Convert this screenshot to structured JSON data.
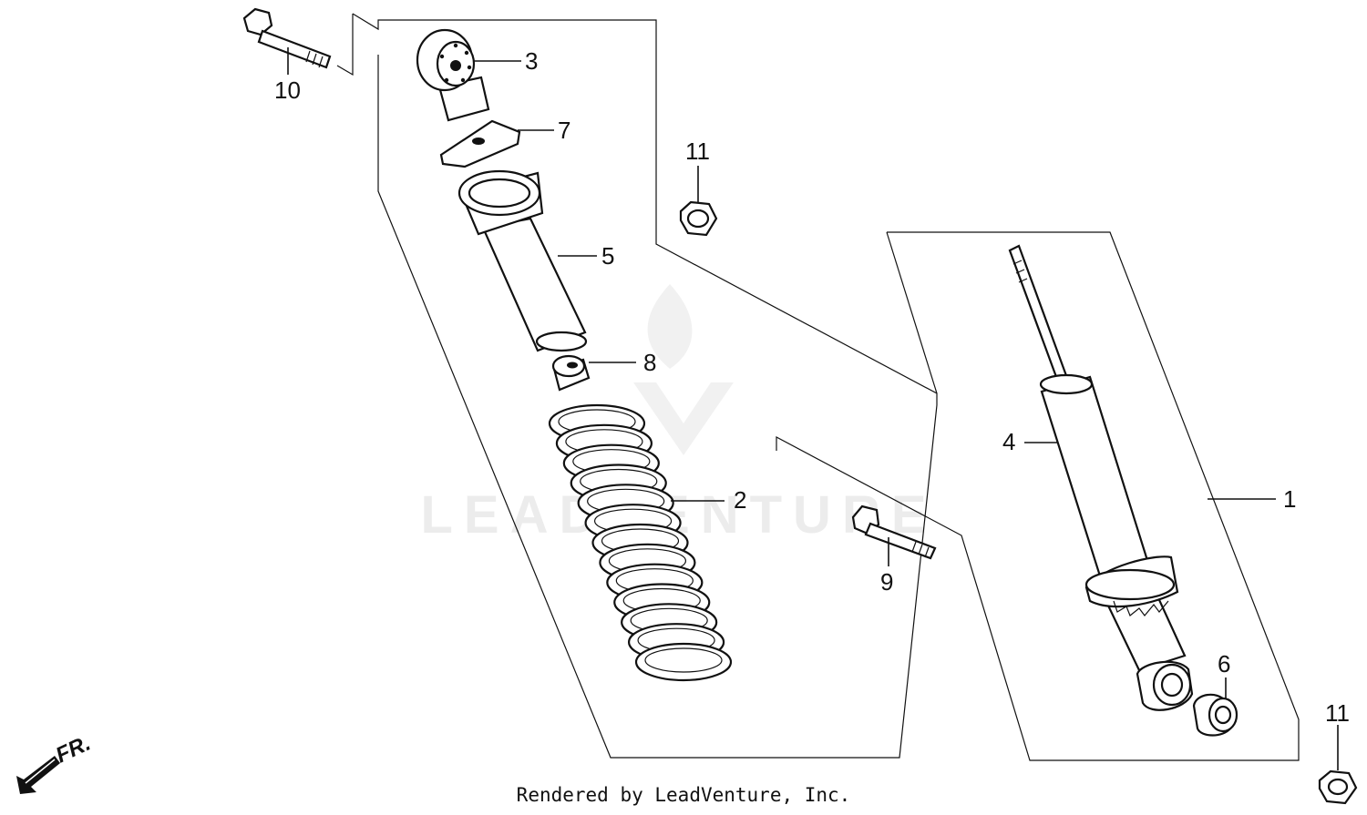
{
  "diagram": {
    "callouts": {
      "c1": "1",
      "c2": "2",
      "c3": "3",
      "c4": "4",
      "c5": "5",
      "c6": "6",
      "c7": "7",
      "c8": "8",
      "c9": "9",
      "c10": "10",
      "c11a": "11",
      "c11b": "11"
    },
    "direction_label": "FR.",
    "watermark": "LEADVENTURE",
    "credit": "Rendered by LeadVenture, Inc."
  },
  "colors": {
    "line": "#111111",
    "watermark": "#ececec",
    "background": "#ffffff"
  }
}
